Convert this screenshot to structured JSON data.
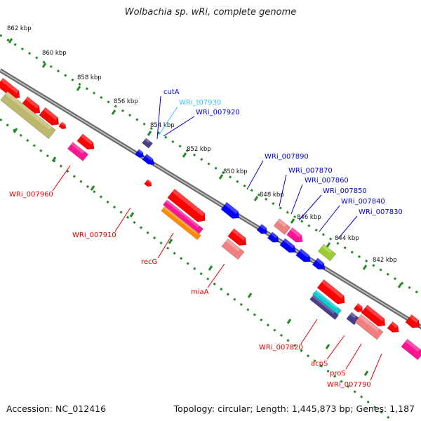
{
  "title": "Wolbachia sp. wRi, complete genome",
  "footer": {
    "accession": "Accession: NC_012416",
    "stats": "Topology: circular; Length: 1,445,873 bp; Genes: 1,187"
  },
  "colors": {
    "backbone": "#8a8a8a",
    "tick": "#228b22",
    "cds": "#ff0000",
    "cds_light": "#f08080",
    "rna": "#ff1493",
    "hypothetical": "#0000ff",
    "trna": "#00ced1",
    "misc": "#483d8b",
    "other": "#9acd32",
    "olive": "#bdb76b",
    "orange": "#ff8c00",
    "label_blue": "#0000cc",
    "label_cyan": "#33c3ff",
    "label_red": "#e00000"
  },
  "kbp_labels": [
    "862 kbp",
    "860 kbp",
    "858 kbp",
    "856 kbp",
    "854 kbp",
    "852 kbp",
    "850 kbp",
    "848 kbp",
    "846 kbp",
    "844 kbp",
    "842 kbp"
  ],
  "upper_labels": [
    {
      "text": "cutA",
      "color": "label_blue"
    },
    {
      "text": "WRi_t07930",
      "color": "label_cyan"
    },
    {
      "text": "WRi_007920",
      "color": "label_blue"
    },
    {
      "text": "WRi_007890",
      "color": "label_blue"
    },
    {
      "text": "WRi_007870",
      "color": "label_blue"
    },
    {
      "text": "WRi_007860",
      "color": "label_blue"
    },
    {
      "text": "WRi_007850",
      "color": "label_blue"
    },
    {
      "text": "WRi_007840",
      "color": "label_blue"
    },
    {
      "text": "WRi_007830",
      "color": "label_blue"
    }
  ],
  "lower_labels": [
    {
      "text": "WRi_007960"
    },
    {
      "text": "WRi_007910"
    },
    {
      "text": "recG"
    },
    {
      "text": "miaA"
    },
    {
      "text": "WRi_007820"
    },
    {
      "text": "acpS"
    },
    {
      "text": "proS"
    },
    {
      "text": "WRi_007790"
    }
  ]
}
